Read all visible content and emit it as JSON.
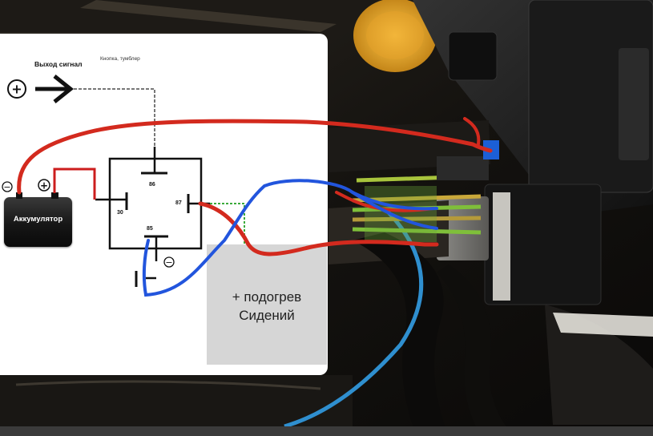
{
  "diagram": {
    "signal_out_label": "Выход сигнал",
    "button_label": "Кнопка, тумблер",
    "plus_sign": "+",
    "minus_sign": "−",
    "battery_label": "Аккумулятор",
    "relay": {
      "pin_86": "86",
      "pin_30": "30",
      "pin_87": "87",
      "pin_85": "85"
    },
    "load_line1": "+ подогрев",
    "load_line2": "Сидений"
  },
  "colors": {
    "positive_wire": "#d32a1e",
    "negative_wire": "#2255dd",
    "battery_lead": "#cc1d1d",
    "load_link": "#3cab3c"
  }
}
